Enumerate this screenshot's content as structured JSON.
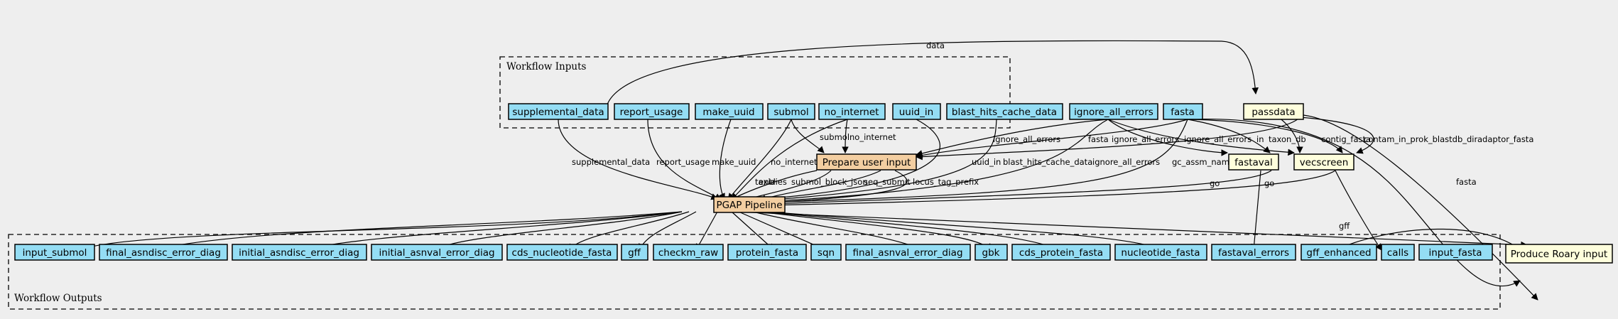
{
  "clusters": {
    "inputs": "Workflow Inputs",
    "outputs": "Workflow Outputs"
  },
  "inputs": [
    "supplemental_data",
    "report_usage",
    "make_uuid",
    "submol",
    "no_internet",
    "uuid_in",
    "blast_hits_cache_data",
    "ignore_all_errors",
    "fasta"
  ],
  "tools": [
    "passdata",
    "fastaval",
    "vecscreen"
  ],
  "steps": {
    "prepare": "Prepare user input",
    "pgap": "PGAP Pipeline",
    "roary": "Produce Roary input"
  },
  "outputs": [
    "input_submol",
    "final_asndisc_error_diag",
    "initial_asndisc_error_diag",
    "initial_asnval_error_diag",
    "cds_nucleotide_fasta",
    "gff",
    "checkm_raw",
    "protein_fasta",
    "sqn",
    "final_asnval_error_diag",
    "gbk",
    "cds_protein_fasta",
    "nucleotide_fasta",
    "fastaval_errors",
    "gff_enhanced",
    "calls",
    "input_fasta"
  ],
  "edge_labels": {
    "data": "data",
    "supplemental_data": "supplemental_data",
    "report_usage": "report_usage",
    "make_uuid": "make_uuid",
    "submol": "submol",
    "no_internet": "no_internet",
    "uuid_in": "uuid_in",
    "blast_hits_cache_data": "blast_hits_cache_data",
    "ignore_all_errors": "ignore_all_errors",
    "fasta": "fasta",
    "in": "in",
    "taxon_db": "taxon_db",
    "contig_fasta": "contig_fasta",
    "contam_in_prok_blastdb_dir": "contam_in_prok_blastdb_dir",
    "adaptor_fasta": "adaptor_fasta",
    "gc_assm_name": "gc_assm_name",
    "taxid": "taxid",
    "entries": "entries",
    "submol_block_json": "submol_block_json",
    "seq_submit": "seq_submit",
    "locus_tag_prefix": "locus_tag_prefix",
    "go": "go",
    "gff": "gff"
  }
}
